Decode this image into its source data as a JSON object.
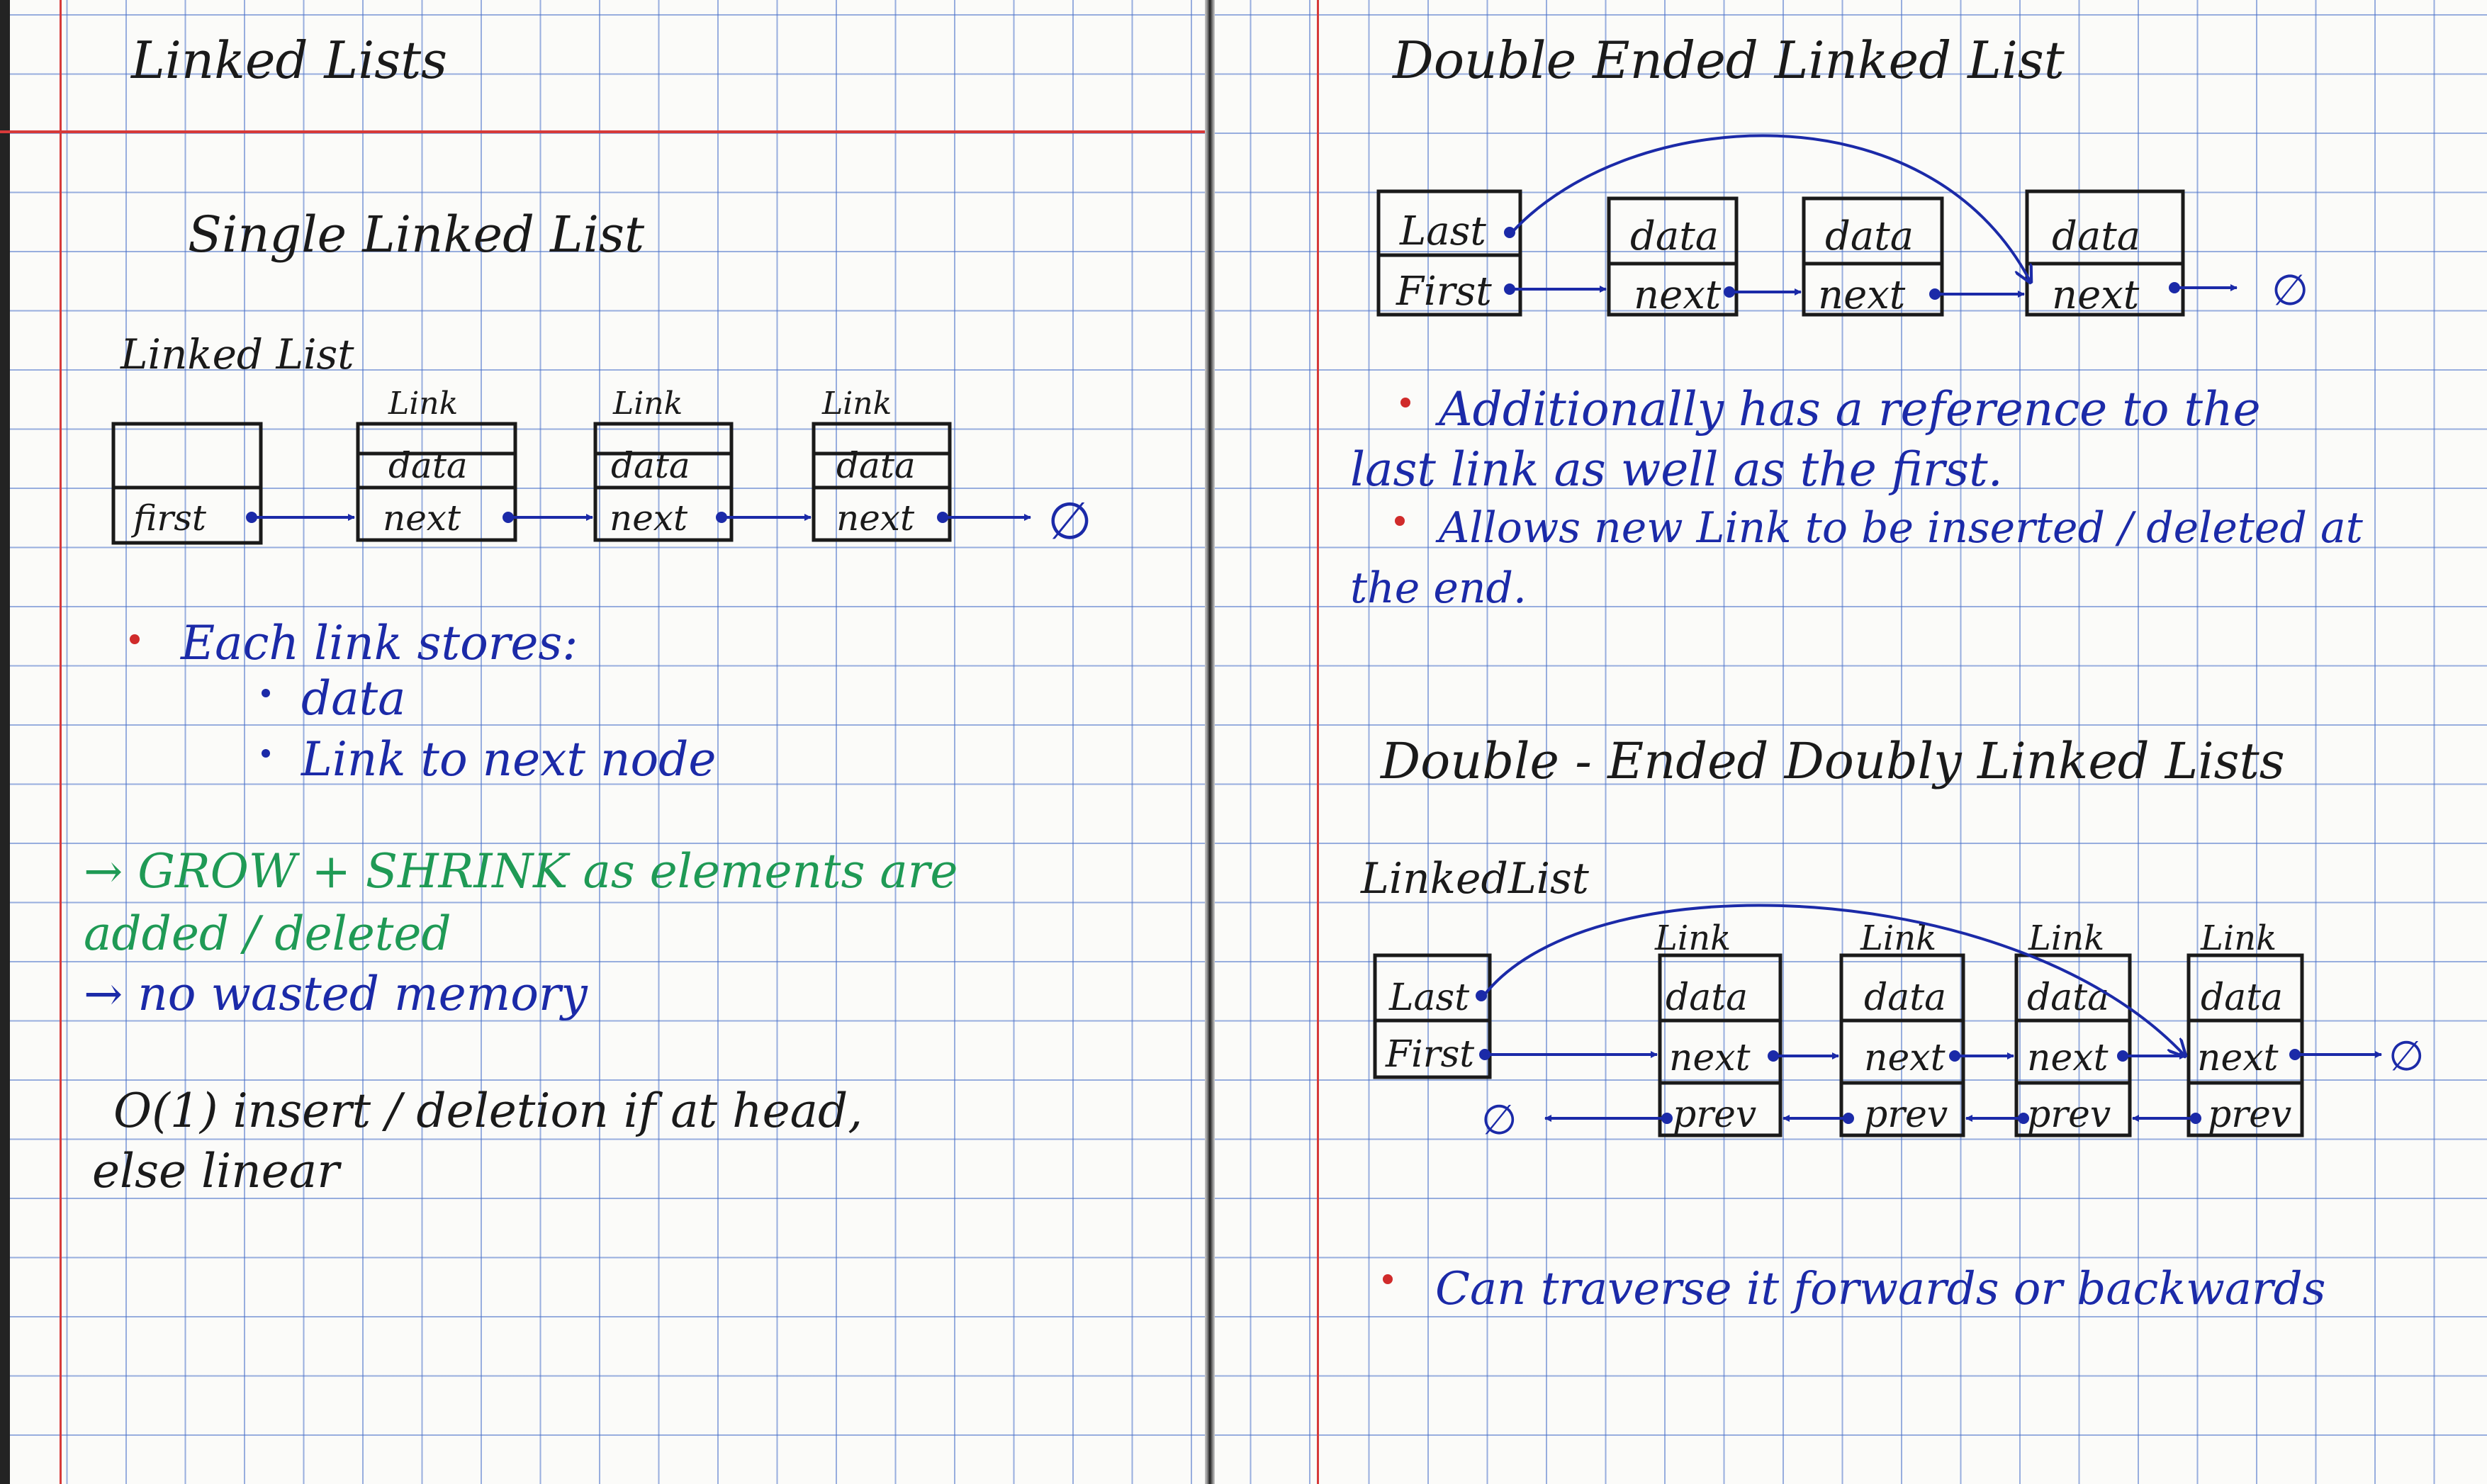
{
  "left": {
    "title": "Linked   Lists",
    "single_heading": "Single   Linked   List",
    "ll_caption": "Linked List",
    "diagram": {
      "head_label": "first",
      "link_label": "Link",
      "data_label": "data",
      "next_label": "next",
      "null_symbol": "∅"
    },
    "bullet_main": "Each   link   stores:",
    "sub_bullets": [
      "data",
      "Link   to   next   node"
    ],
    "green_line1": "→ GROW  +  SHRINK   as   elements   are",
    "green_line2": "added  /  deleted",
    "blue_arrow_note": "→  no  wasted  memory",
    "complexity_line1": "O(1)   insert / deletion   if  at   head,",
    "complexity_line2": "else     linear"
  },
  "right": {
    "de_title": "Double   Ended   Linked   List",
    "de_diagram": {
      "last_label": "Last",
      "first_label": "First",
      "data_label": "data",
      "next_label": "next",
      "null_symbol": "∅"
    },
    "de_bullets": [
      "Additionally   has   a   reference   to   the",
      "last   link   as   well   as   the   first.",
      "Allows   new   Link   to   be   inserted / deleted   at",
      "the   end."
    ],
    "dd_title": "Double - Ended   Doubly   Linked   Lists",
    "dd_caption": "LinkedList",
    "dd_diagram": {
      "last_label": "Last",
      "first_label": "First",
      "link_label": "Link",
      "data_label": "data",
      "next_label": "next",
      "prev_label": "prev",
      "null_symbol": "∅"
    },
    "dd_bullet": "Can   traverse   it   forwards   or   backwards"
  },
  "colors": {
    "grid": "#466ec8",
    "margin": "#d63a3a",
    "ink_black": "#1a1a1a",
    "ink_blue": "#1b2aa8",
    "ink_green": "#1f9a55",
    "bullet_red": "#d02b2b"
  }
}
